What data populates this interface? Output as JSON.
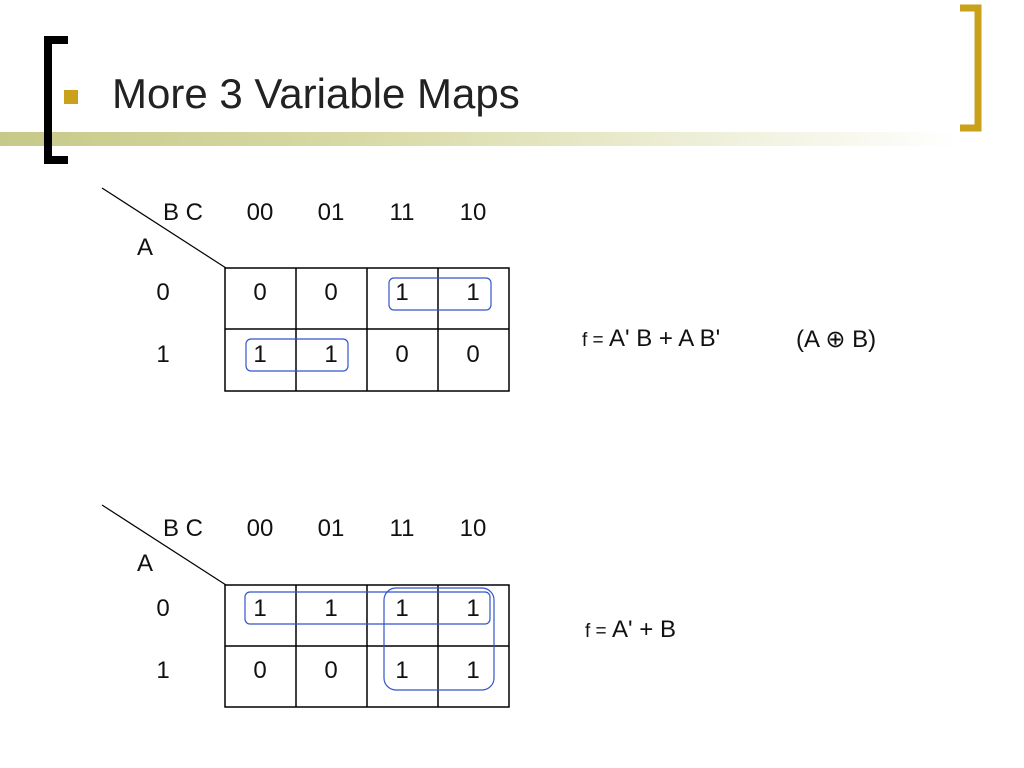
{
  "slide": {
    "title": "More 3 Variable Maps",
    "accent_color": "#c9a11a",
    "bullet_icon": "square-bullet"
  },
  "maps": [
    {
      "col_var": "B C",
      "row_var": "A",
      "columns": [
        "00",
        "01",
        "11",
        "10"
      ],
      "rows": [
        "0",
        "1"
      ],
      "cells": [
        [
          "0",
          "0",
          "1",
          "1"
        ],
        [
          "1",
          "1",
          "0",
          "0"
        ]
      ],
      "equation": {
        "lhs": "f =",
        "rhs": "A' B + A B'",
        "note": "(A ⊕ B)"
      },
      "group_color": "#3355cc"
    },
    {
      "col_var": "B C",
      "row_var": "A",
      "columns": [
        "00",
        "01",
        "11",
        "10"
      ],
      "rows": [
        "0",
        "1"
      ],
      "cells": [
        [
          "1",
          "1",
          "1",
          "1"
        ],
        [
          "0",
          "0",
          "1",
          "1"
        ]
      ],
      "equation": {
        "lhs": "f =",
        "rhs": "A' + B",
        "note": ""
      },
      "group_color": "#3355cc"
    }
  ]
}
